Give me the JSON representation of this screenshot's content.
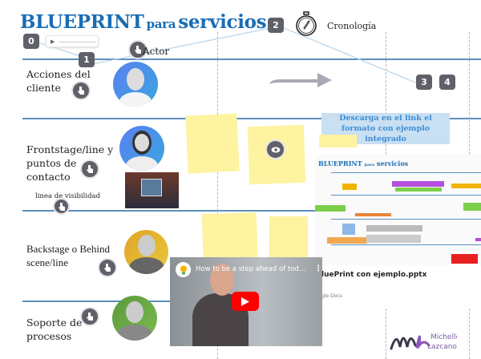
{
  "header": {
    "title_main": "BLUEPRINT",
    "title_para": "para",
    "title_servicios": "servicios",
    "timeline_label": "Cronología",
    "actor_label": "Actor"
  },
  "badges": [
    "0",
    "1",
    "2",
    "3",
    "4"
  ],
  "lanes": [
    {
      "label": "Acciones del cliente",
      "avatar_color": "#4a8fe0"
    },
    {
      "label": "Frontstage/line y puntos de contacto",
      "avatar_color": "#4a8fe0"
    },
    {
      "label": "Backstage o Behind scene/line",
      "avatar_color": "#e0b52a"
    },
    {
      "label": "Soporte de procesos",
      "avatar_color": "#6aa84f"
    }
  ],
  "visibility_line": "linea de visibilidad",
  "download_note": "Descarga en el link el formato con ejemplo integrado",
  "preview": {
    "title_main": "BLUEPRINT",
    "title_para": "para",
    "title_servicios": "servicios",
    "file_name": "luePrint con ejemplo.pptx",
    "source": "gle Docs"
  },
  "video": {
    "title": "How to be a step ahead of tod...",
    "channel_icon": "lightbulb-icon",
    "play_color": "#ff0000"
  },
  "signature": "Michelle Lazcano",
  "colors": {
    "accent": "#1a6db5",
    "lane_line": "#5b8fbf",
    "badge": "#5f6068",
    "sticky": "#fdf3a0",
    "highlight": "#c9dff2"
  }
}
